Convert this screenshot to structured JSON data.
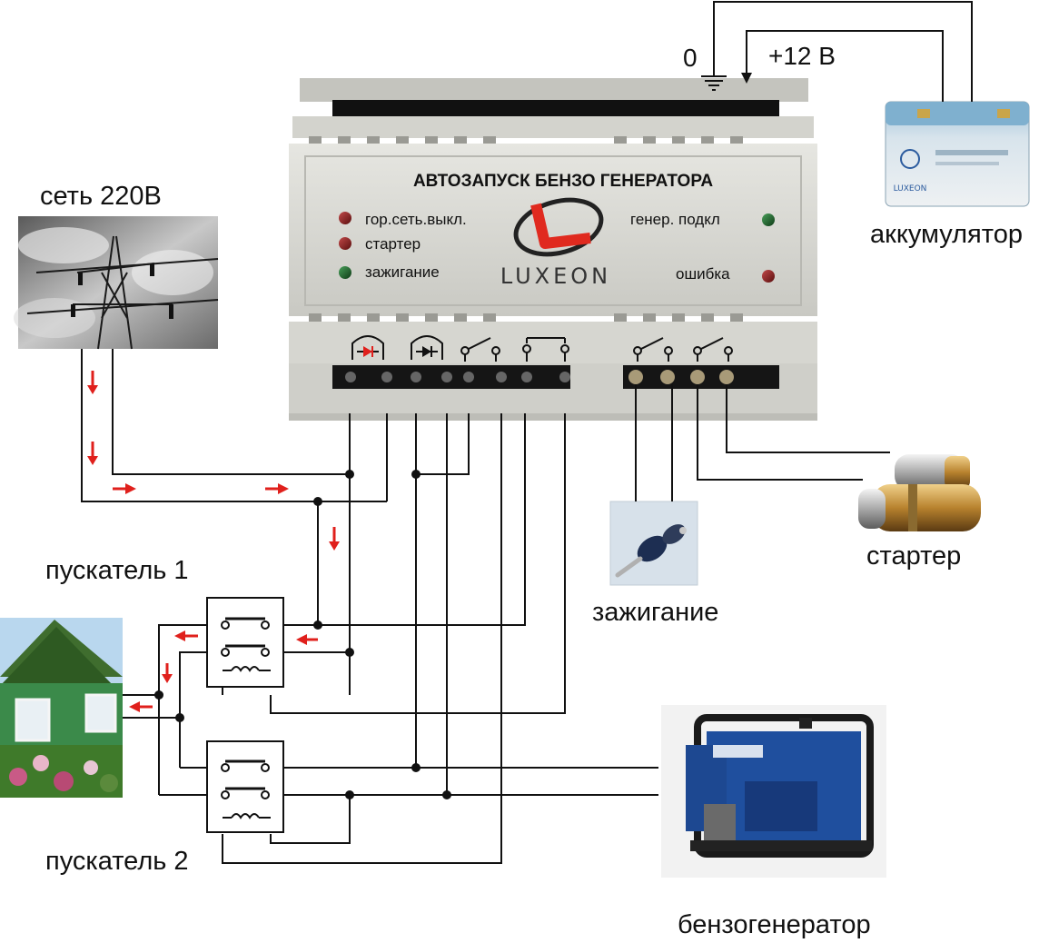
{
  "device": {
    "title": "АВТОЗАПУСК БЕНЗО ГЕНЕРАТОРА",
    "brand": "LUXEON",
    "indicators": [
      {
        "label": "гор.сеть.выкл.",
        "color": "#8a1f1f"
      },
      {
        "label": "стартер",
        "color": "#8a1f1f"
      },
      {
        "label": "зажигание",
        "color": "#1f6a2a"
      },
      {
        "label": "генер. подкл",
        "color": "#1f6a2a"
      },
      {
        "label": "ошибка",
        "color": "#8a1f1f"
      }
    ]
  },
  "battery": {
    "terminal_zero": "0",
    "terminal_plus": "+12 В",
    "label": "аккумулятор"
  },
  "labels": {
    "grid": "сеть 220В",
    "contactor_1": "пускатель 1",
    "contactor_2": "пускатель 2",
    "ignition": "зажигание",
    "starter": "стартер",
    "generator": "бензогенератор"
  },
  "colors": {
    "wire": "#111111",
    "flow_arrow": "#e0201c",
    "device_body": "#d6d6d0",
    "device_dark": "#1a1a1a",
    "house_green": "#3b8a4a",
    "generator_blue": "#1f4f9e"
  }
}
